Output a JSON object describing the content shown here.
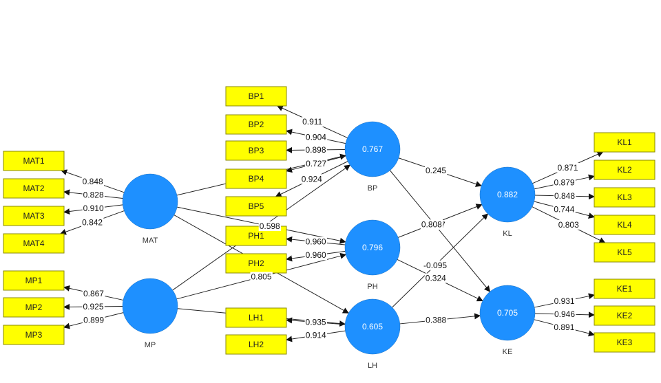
{
  "latents": {
    "MAT": {
      "label": "MAT",
      "value": ""
    },
    "MP": {
      "label": "MP",
      "value": ""
    },
    "BP": {
      "label": "BP",
      "value": "0.767"
    },
    "PH": {
      "label": "PH",
      "value": "0.796"
    },
    "LH": {
      "label": "LH",
      "value": "0.605"
    },
    "KL": {
      "label": "KL",
      "value": "0.882"
    },
    "KE": {
      "label": "KE",
      "value": "0.705"
    }
  },
  "indicators": {
    "MAT1": "MAT1",
    "MAT2": "MAT2",
    "MAT3": "MAT3",
    "MAT4": "MAT4",
    "MP1": "MP1",
    "MP2": "MP2",
    "MP3": "MP3",
    "BP1": "BP1",
    "BP2": "BP2",
    "BP3": "BP3",
    "BP4": "BP4",
    "BP5": "BP5",
    "PH1": "PH1",
    "PH2": "PH2",
    "LH1": "LH1",
    "LH2": "LH2",
    "KL1": "KL1",
    "KL2": "KL2",
    "KL3": "KL3",
    "KL4": "KL4",
    "KL5": "KL5",
    "KE1": "KE1",
    "KE2": "KE2",
    "KE3": "KE3"
  },
  "loadings": {
    "MAT1": "0.848",
    "MAT2": "0.828",
    "MAT3": "0.910",
    "MAT4": "0.842",
    "MP1": "0.867",
    "MP2": "0.925",
    "MP3": "0.899",
    "BP1": "0.911",
    "BP2": "0.904",
    "BP3": "0.898",
    "BP4": "0.727",
    "BP5": "0.924",
    "PH1": "0.960",
    "PH2": "0.960",
    "LH1": "0.935",
    "LH2": "0.914",
    "KL1": "0.871",
    "KL2": "0.879",
    "KL3": "0.848",
    "KL4": "0.744",
    "KL5": "0.803",
    "KE1": "0.931",
    "KE2": "0.946",
    "KE3": "0.891"
  },
  "paths": {
    "MAT_PH": "0.598",
    "MP_PH": "0.805",
    "BP_KL": "0.245",
    "BP_KE": "0.197",
    "PH_KL": "0.808",
    "PH_KE": "0.324",
    "LH_KL": "-0.095",
    "LH_KE": "0.388"
  }
}
